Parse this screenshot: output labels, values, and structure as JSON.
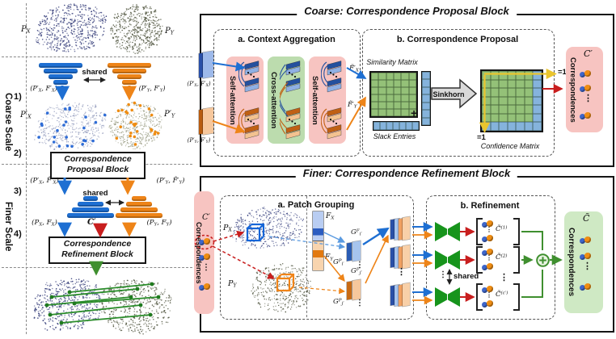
{
  "icons": {
    "vdots": "⋮",
    "sum": "circled-plus"
  },
  "left": {
    "scale_coarse": "Coarse Scale",
    "scale_finer": "Finer Scale",
    "step1": "1)",
    "step2": "2)",
    "step3": "3)",
    "step4": "4)",
    "px": "P_{X}",
    "py": "P_{Y}",
    "enc": {
      "shared": "shared",
      "label_x": "(P′_{X}, F′_{X})",
      "label_y": "(P′_{Y}, F′_{Y})"
    },
    "pxp": "P′_{X}",
    "pyp": "P′_{Y}",
    "proposal_box": {
      "line1": "Correspondence",
      "line2": "Proposal Block"
    },
    "dec": {
      "shared": "shared",
      "label_x": "(P′_{X}, F̃′_{X})",
      "label_y": "(P′_{Y}, F̃′_{Y})",
      "out_x": "(P_{X}, F_{X})",
      "out_y": "(P_{Y}, F_{Y})",
      "c": "C′"
    },
    "refine_box": {
      "line1": "Correspondence",
      "line2": "Refinement Block"
    }
  },
  "coarse": {
    "title": "Coarse: Correspondence Proposal Block",
    "input_x": "(P′_{X}, F′_{X})",
    "input_y": "(P′_{Y}, F′_{Y})",
    "ctx": {
      "header": "a. Context Aggregation",
      "self1": "Self-attention",
      "cross": "Cross-attention",
      "self2": "Self-attention"
    },
    "prop": {
      "header": "b. Correspondence Proposal",
      "sim_label": "Similarity Matrix",
      "fx": "F̃′_{X}",
      "fy": "F̃′_{Y}",
      "plus": "+",
      "slack_label": "Slack Entries",
      "sinkhorn": "Sinkhorn",
      "eq1_top": "=1",
      "eq1_left": "=1",
      "conf_label": "Confidence Matrix"
    },
    "out": {
      "label": "Correspondences",
      "symbol": "C′"
    }
  },
  "finer": {
    "title": "Finer: Correspondence Refinement Block",
    "in": {
      "label": "Correspondences",
      "symbol": "C′"
    },
    "patch": {
      "header": "a. Patch Grouping",
      "px": "P_{X}",
      "py": "P_{Y}",
      "fx": "F_{X}",
      "fy": "F_{Y}",
      "gfi": "G^{F}_{i′}",
      "gpi": "G^{P}_{i′}",
      "gfj": "G^{F}_{j′}",
      "gpj": "G^{P}_{j′}"
    },
    "refine": {
      "header": "b. Refinement",
      "shared": "shared",
      "c1": "C̃^{(1)}",
      "c2": "C̃^{(2)}",
      "cn": "C̃^{(c′)}"
    },
    "out": {
      "label": "Correspondences",
      "symbol": "C̃"
    }
  },
  "colors": {
    "blue": "#1e6fd2",
    "orange": "#ee8418",
    "red": "#c81e1e",
    "green": "#3f8f2f",
    "yellow": "#eac52e",
    "pink_bg": "#f7c4c1",
    "green_bg": "#bcdcae",
    "matrix_green": "#94c178",
    "slack_blue": "#85b3dc",
    "out_green_bg": "#cfe9c4"
  }
}
